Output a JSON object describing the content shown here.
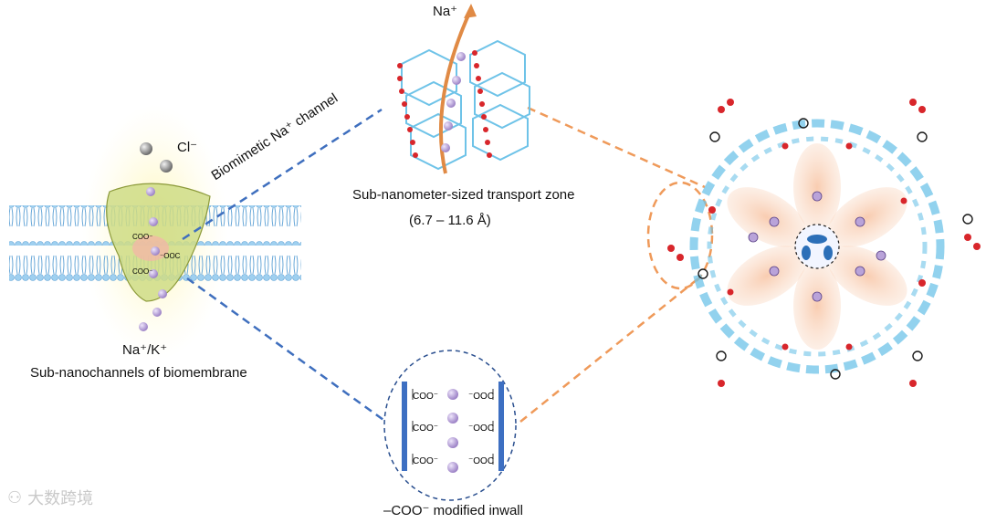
{
  "left_panel": {
    "anion_label": "Cl⁻",
    "cation_label": "Na⁺/K⁺",
    "caption": "Sub-nanochannels of biomembrane",
    "coo_label_1": "COO⁻",
    "coo_label_2": "⁻OOC",
    "coo_label_3": "COO⁻"
  },
  "link_label": "Biomimetic Na⁺ channel",
  "top_panel": {
    "ion_label": "Na⁺",
    "caption_line1": "Sub-nanometer-sized transport zone",
    "caption_line2": "(6.7 – 11.6 Å)"
  },
  "bottom_panel": {
    "left_groups": [
      "COO⁻",
      "COO⁻",
      "COO⁻"
    ],
    "right_groups": [
      "⁻OOC",
      "⁻OOC",
      "⁻OOC"
    ],
    "caption": "–COO⁻ modified inwall"
  },
  "watermark": {
    "text": "大数跨境"
  },
  "colors": {
    "blue_dash": "#3f6fbe",
    "orange_dash": "#ef9a5a",
    "framework_cyan": "#6ec3e8",
    "oxygen_red": "#d8262b",
    "ion_purple": "#b9a3d9",
    "membrane_blue": "#8fc3e8",
    "channel_green": "#c7d77a",
    "glow_yellow": "#fff3a0"
  }
}
